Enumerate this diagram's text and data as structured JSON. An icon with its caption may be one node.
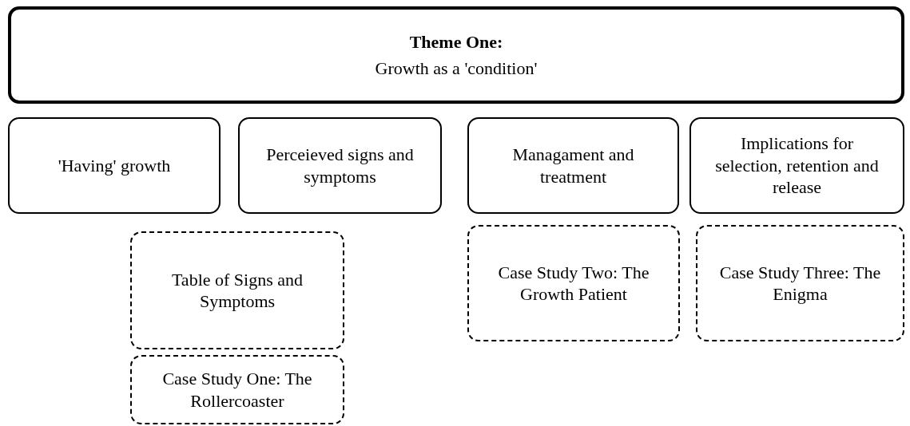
{
  "diagram": {
    "nodes": [
      {
        "text": [
          "Theme One:",
          "Growth as a 'condition'"
        ]
      },
      {
        "text": [
          "'Having' growth"
        ]
      },
      {
        "text": [
          "Perceieved signs and symptoms"
        ]
      },
      {
        "text": [
          "Managament and treatment"
        ]
      },
      {
        "text": [
          "Implications for selection, retention and release"
        ]
      },
      {
        "text": [
          "Table of Signs and Symptoms"
        ]
      },
      {
        "text": [
          "Case Study One: The Rollercoaster"
        ]
      },
      {
        "text": [
          "Case Study Two: The Growth Patient"
        ]
      },
      {
        "text": [
          "Case Study Three: The Enigma"
        ]
      }
    ]
  }
}
